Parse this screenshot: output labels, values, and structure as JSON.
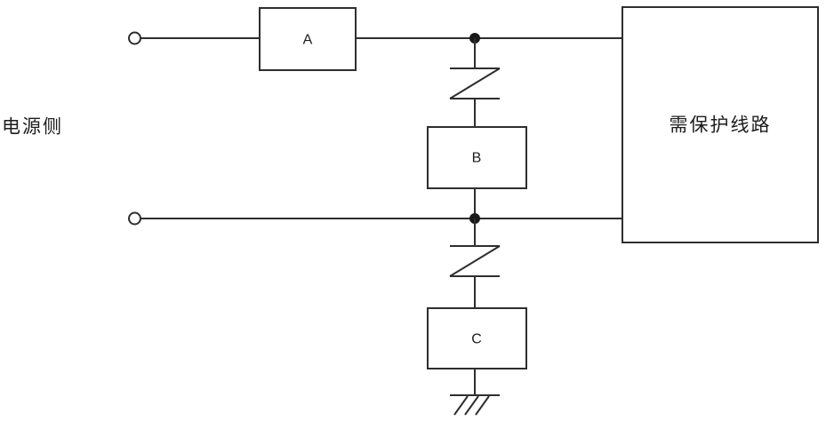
{
  "diagram": {
    "background_color": "#ffffff",
    "line_color": "#2e2e2e",
    "text_color": "#1c1c1c",
    "labels": {
      "power_side": "电源侧",
      "block_a": "A",
      "block_b": "B",
      "block_c": "C",
      "protected_circuit": "需保护线路"
    },
    "icons": {
      "terminal": "open-circle",
      "junction": "filled-dot",
      "arrester": "z-zigzag-surge-arrester",
      "ground": "hatched-earth"
    }
  }
}
